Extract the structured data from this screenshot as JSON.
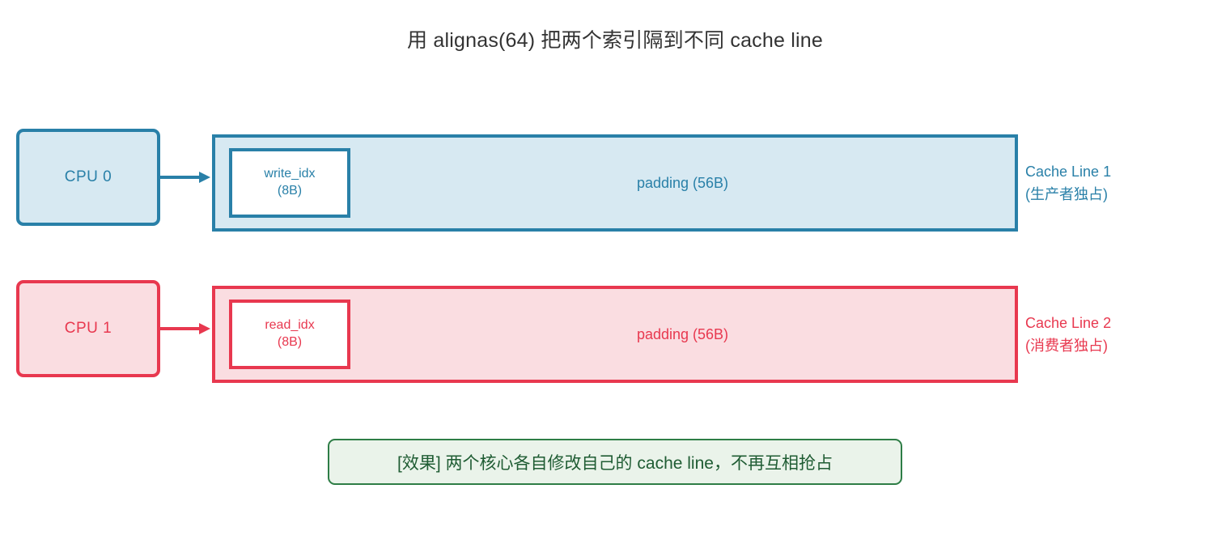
{
  "title": "用 alignas(64) 把两个索引隔到不同 cache line",
  "colors": {
    "producer_accent": "#2980a8",
    "producer_fill": "#d7e9f2",
    "consumer_accent": "#e8384f",
    "consumer_fill": "#fadde1",
    "effect_border": "#2e7d46",
    "effect_fill": "#eaf3ea",
    "effect_text": "#1f5c33",
    "title_text": "#333333"
  },
  "rows": [
    {
      "cpu_label": "CPU 0",
      "arrow_icon": "arrow-right-icon",
      "slot_name": "write_idx",
      "slot_size": "(8B)",
      "padding_label": "padding (56B)",
      "caption_line1": "Cache Line 1",
      "caption_line2": "(生产者独占)"
    },
    {
      "cpu_label": "CPU 1",
      "arrow_icon": "arrow-right-icon",
      "slot_name": "read_idx",
      "slot_size": "(8B)",
      "padding_label": "padding (56B)",
      "caption_line1": "Cache Line 2",
      "caption_line2": "(消费者独占)"
    }
  ],
  "effect_note": "[效果] 两个核心各自修改自己的 cache line，不再互相抢占"
}
